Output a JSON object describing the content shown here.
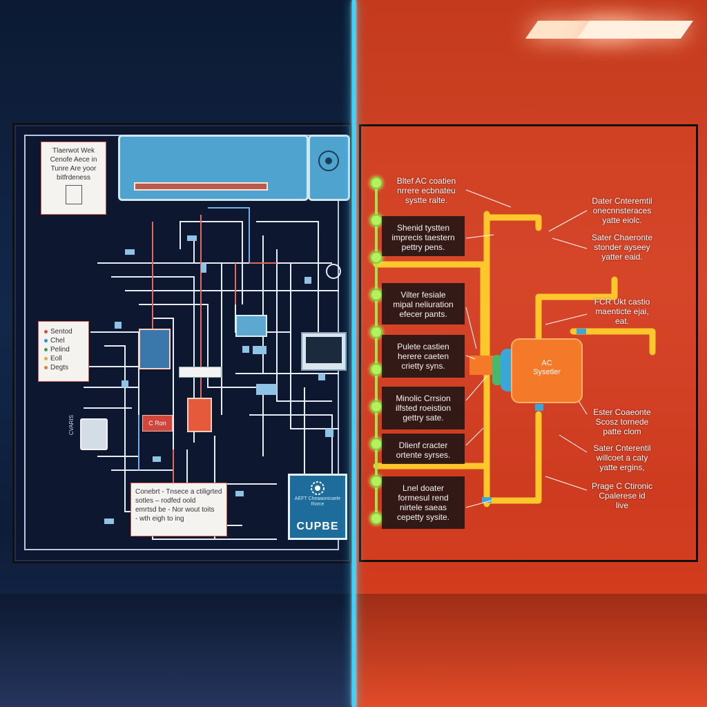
{
  "left": {
    "info_box": [
      "Tlaerwot Wek",
      "Cenofe Aece in",
      "Tunre Are yoor",
      "bitfrdeness"
    ],
    "legend": [
      {
        "label": "Sentod",
        "color": "#e04a3a"
      },
      {
        "label": "Chel",
        "color": "#2f8fd1"
      },
      {
        "label": "Pelind",
        "color": "#3a9c5a"
      },
      {
        "label": "Eoll",
        "color": "#d3b13a"
      },
      {
        "label": "Degts",
        "color": "#e07d3a"
      }
    ],
    "component_label": "C Ron",
    "note": [
      "Conebrt - Tnsece a ctiligrted",
      "sotles – rodfed oold",
      "emrtsd be - Nor wout toits",
      "- wth eigh to ing"
    ],
    "logo": {
      "sub": "AEFT Cheaaonicaele Rorce",
      "name": "CUPBE"
    },
    "side_label": "CVARIS"
  },
  "right": {
    "timeline_nodes": 10,
    "items_left": [
      {
        "lines": [
          "Bltef AC coatien",
          "nrrere ecbnateu",
          "systte ralte."
        ],
        "boxed": false
      },
      {
        "lines": [
          "Shenid tystten",
          "imprecis taestern",
          "pettry pens."
        ],
        "boxed": true
      },
      {
        "lines": [
          "Vilter fesiale",
          "mipal neliuration",
          "efecer pants."
        ],
        "boxed": true
      },
      {
        "lines": [
          "Pulete castien",
          "herere caeten",
          "crietty syns."
        ],
        "boxed": true
      },
      {
        "lines": [
          "Minolic Crrsion",
          "ilfsted roeistion",
          "gettry sate."
        ],
        "boxed": true
      },
      {
        "lines": [
          "Dlienf cracter",
          "ortente syrses."
        ],
        "boxed": true
      },
      {
        "lines": [
          "Lnel doater",
          "formesul rend",
          "nirtele saeas",
          "cepetty sysite."
        ],
        "boxed": true
      }
    ],
    "items_right": [
      {
        "lines": [
          "Dater Cnteremtil",
          "onecnnsteraces",
          "yatte eiolc."
        ]
      },
      {
        "lines": [
          "Sater Chaeronte",
          "stonder ayseey",
          "yatter eaid."
        ]
      },
      {
        "lines": [
          "FCR Ukt castio",
          "maenticte ejai,",
          "eat."
        ]
      },
      {
        "lines": [
          "Ester Coaeonte",
          "Scosz tornede",
          "patte clom"
        ]
      },
      {
        "lines": [
          "Sater Cnterentil",
          "willcoet a caty",
          "yatte ergins,"
        ]
      },
      {
        "lines": [
          "Prage C Ctironic",
          "Cpalerese id",
          "live"
        ]
      }
    ],
    "ac_label": [
      "AC",
      "Sysetler"
    ]
  }
}
